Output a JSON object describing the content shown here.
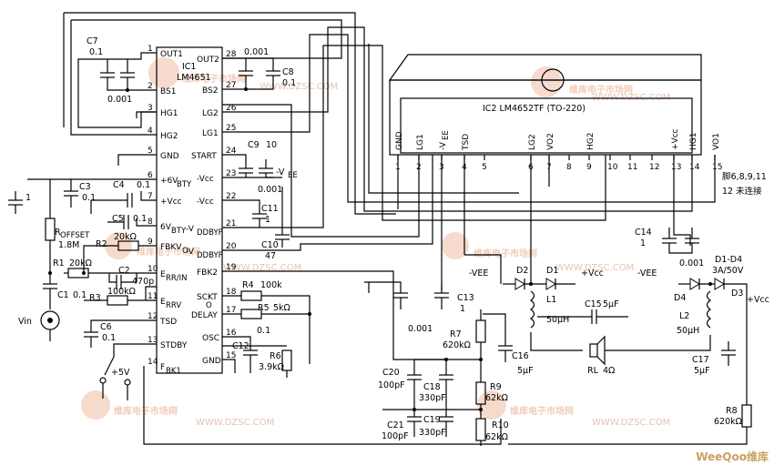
{
  "ic1": {
    "name": "IC1",
    "part": "LM4651",
    "left_pins": [
      {
        "num": "1",
        "name": "OUT1"
      },
      {
        "num": "2",
        "name": "BS1"
      },
      {
        "num": "3",
        "name": "HG1"
      },
      {
        "num": "4",
        "name": "HG2"
      },
      {
        "num": "5",
        "name": "GND"
      },
      {
        "num": "6",
        "name": "+6V"
      },
      {
        "num": "7",
        "name": "+Vcc"
      },
      {
        "num": "8",
        "name": "6V"
      },
      {
        "num": "9",
        "name": "FBKV"
      },
      {
        "num": "10",
        "name": "E"
      },
      {
        "num": "11",
        "name": "E"
      },
      {
        "num": "12",
        "name": "TSD"
      },
      {
        "num": "13",
        "name": "STDBY"
      },
      {
        "num": "14",
        "name": "F"
      }
    ],
    "left_pin_subs": {
      "6": "BTY",
      "8": "BTY",
      "9": "O",
      "10": "RR/IN",
      "11": "RRV",
      "11b": "O",
      "14": "BK1"
    },
    "right_pins": [
      {
        "num": "28",
        "name": "OUT2"
      },
      {
        "num": "27",
        "name": "BS2"
      },
      {
        "num": "26",
        "name": "LG2"
      },
      {
        "num": "25",
        "name": "LG1"
      },
      {
        "num": "24",
        "name": "START"
      },
      {
        "num": "23",
        "name": "-Vcc"
      },
      {
        "num": "22",
        "name": "-Vcc"
      },
      {
        "num": "21",
        "name": "-V"
      },
      {
        "num": "20",
        "name": "-V"
      },
      {
        "num": "19",
        "name": "FBK2"
      },
      {
        "num": "18",
        "name": "SCKT"
      },
      {
        "num": "17",
        "name": "DELAY"
      },
      {
        "num": "16",
        "name": "OSC"
      },
      {
        "num": "15",
        "name": "GND"
      }
    ],
    "right_pin_subs": {
      "21": "DDBYP",
      "20": "DDBYP"
    }
  },
  "ic2": {
    "label": "IC2  LM4652TF (TO-220)",
    "pin_names": [
      "GND",
      "LG1",
      "-V",
      "TSD",
      "",
      "LG2",
      "VO2",
      "",
      "HG2",
      "",
      "",
      "",
      "+Vcc",
      "HG1",
      "VO1"
    ],
    "pin_name_sub": "EE",
    "pin_nums": [
      "1",
      "2",
      "3",
      "4",
      "5",
      "6",
      "7",
      "8",
      "9",
      "10",
      "11",
      "12",
      "13",
      "14",
      "15"
    ],
    "note_line1": "脚6,8,9,11",
    "note_line2": "12 未连接"
  },
  "components": {
    "C7": "C7",
    "C7v": "0.1",
    "C7b": "0.001",
    "C8": "C8",
    "C8v": "0.1",
    "C8b": "0.001",
    "C3": "C3",
    "C3v": "0.1",
    "C1big": "1",
    "C4": "C4",
    "C4v": "0.1",
    "C5": "C5",
    "C5v": "0.1",
    "ROFF": "R",
    "ROFFsub": "OFFSET",
    "ROFFv": "1.8M",
    "R2": "R2",
    "R2v": "20kΩ",
    "R1": "R1",
    "R1v": "20kΩ",
    "C2": "C2",
    "C2v": "470p",
    "C1": "C1",
    "C1v": "0.1",
    "R3": "R3",
    "R3v": "100kΩ",
    "C6": "C6",
    "C6v": "0.1",
    "vin": "Vin",
    "plus5v": "+5V",
    "C9": "C9",
    "C9v": "10",
    "C9b": "0.001",
    "vee1": "-V",
    "vee1sub": "EE",
    "C11": "C11",
    "C11v": "1",
    "C10": "C10",
    "C10v": "47",
    "R4": "R4",
    "R4v": "100k",
    "R5": "R5",
    "R5v": "5kΩ",
    "C12": "C12",
    "C12v": "0.1",
    "R6": "R6",
    "R6v": "3.9kΩ",
    "C13": "C13",
    "C13v": "1",
    "C13b": "0.001",
    "C14": "C14",
    "C14v": "1",
    "C14b": "0.001",
    "D2": "D2",
    "D1": "D1",
    "veeA": "-VEE",
    "vccA": "+Vcc",
    "L1": "L1",
    "L1v": "50μH",
    "C15": "C15",
    "C15v": "5μF",
    "R7": "R7",
    "R7v": "620kΩ",
    "C16": "C16",
    "C16v": "5μF",
    "RL": "RL",
    "RLv": "4Ω",
    "D1D4": "D1-D4",
    "D1D4v": "3A/50V",
    "veeB": "-VEE",
    "D4": "D4",
    "D3": "D3",
    "vccB": "+Vcc",
    "L2": "L2",
    "L2v": "50μH",
    "C17": "C17",
    "C17v": "5μF",
    "C20": "C20",
    "C20v": "100pF",
    "C18": "C18",
    "C18v": "330pF",
    "R9": "R9",
    "R9v": "62kΩ",
    "C21": "C21",
    "C21v": "100pF",
    "C19": "C19",
    "C19v": "330pF",
    "R10": "R10",
    "R10v": "62kΩ",
    "R8": "R8",
    "R8v": "620kΩ",
    "top_cap": "0.001"
  },
  "watermark": {
    "brand_cn": "维库电子市场网",
    "url": "WWW.DZSC.COM",
    "footer": "WeeQoo维库"
  },
  "colors": {
    "ink": "#000000",
    "watermark": "#e8a27f",
    "footer": "#c8a060"
  }
}
